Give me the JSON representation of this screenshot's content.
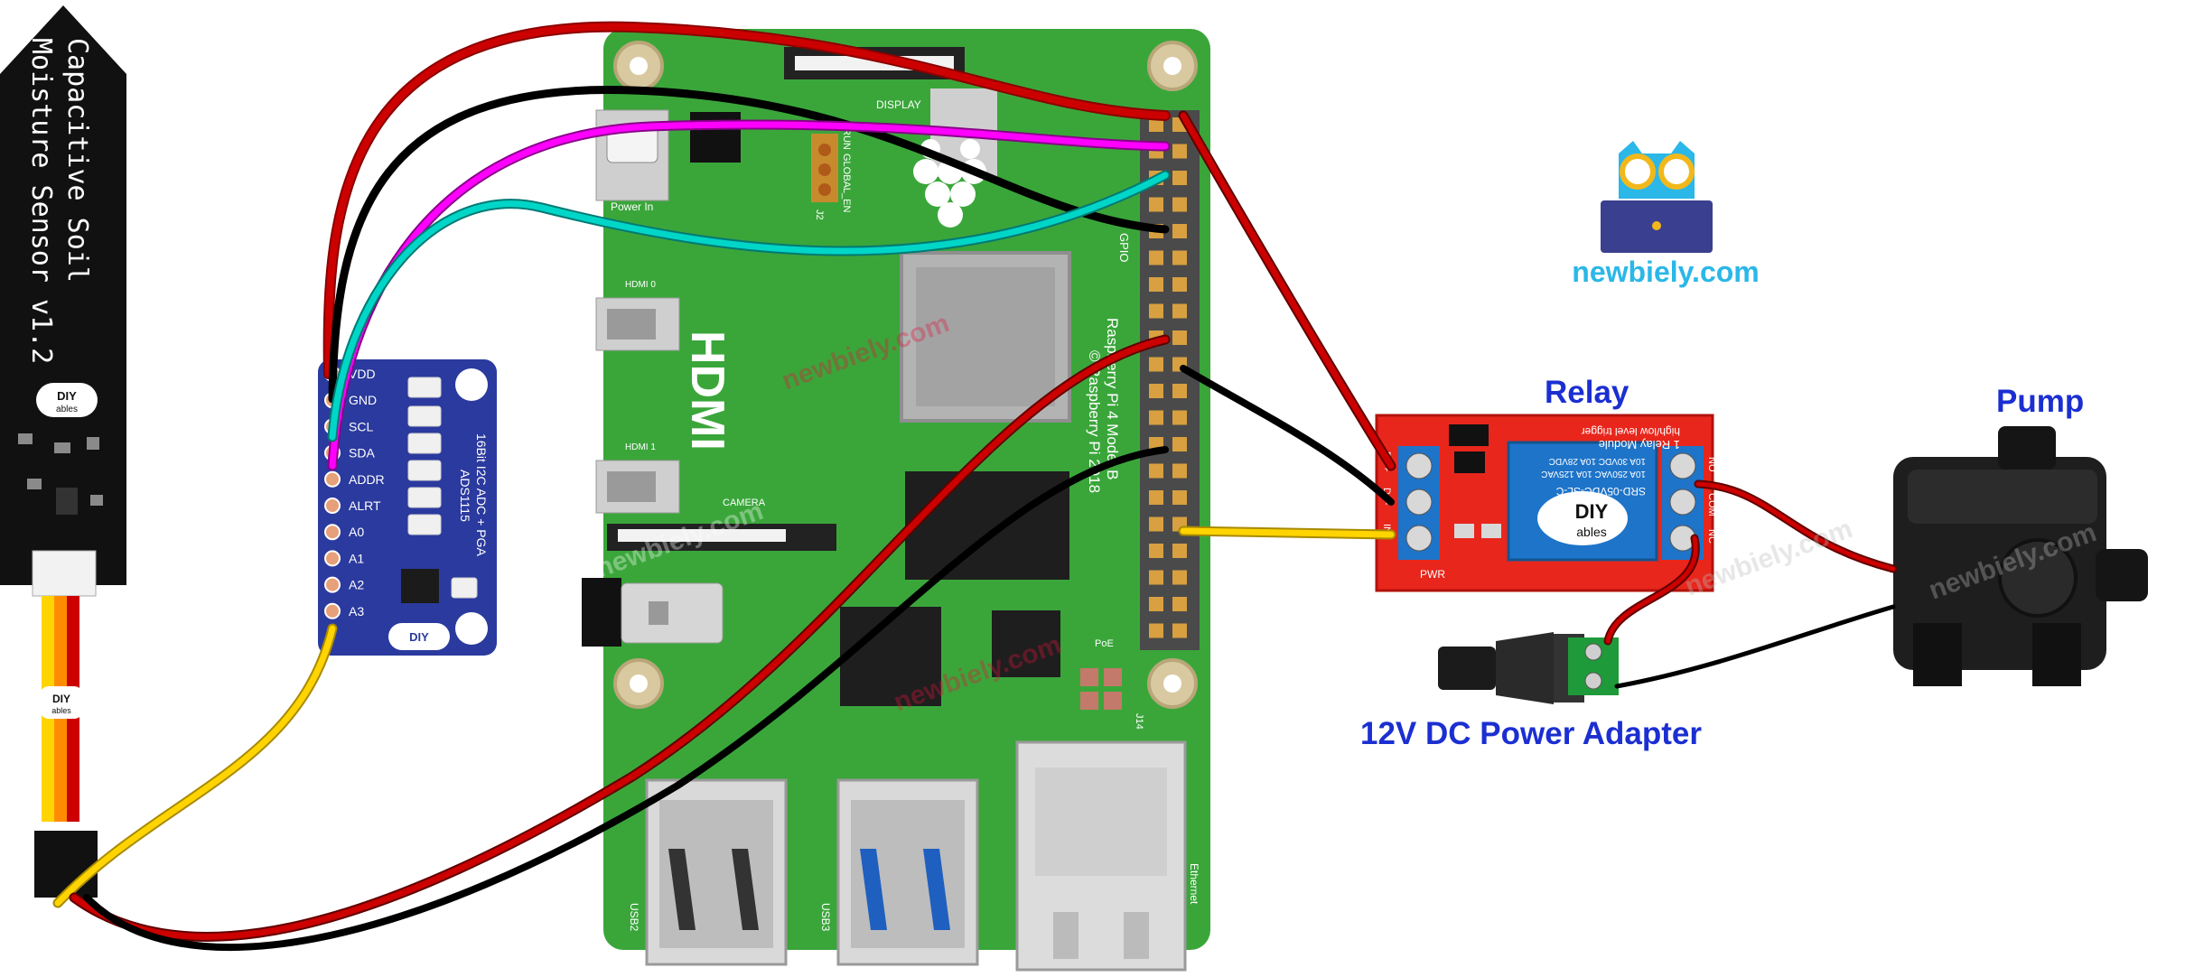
{
  "labels": {
    "relay": "Relay",
    "pump": "Pump",
    "power_adapter": "12V DC Power Adapter",
    "brand": "newbiely.com",
    "watermark": "newbiely.com"
  },
  "sensor": {
    "line1": "Capacitive Soil",
    "line2": "Moisture Sensor v1.2",
    "logo_top": "DIY",
    "logo_bottom": "ables"
  },
  "adc": {
    "title_line1": "16Bit I2C ADC + PGA",
    "title_line2": "ADS1115",
    "pins": [
      "VDD",
      "GND",
      "SCL",
      "SDA",
      "ADDR",
      "ALRT",
      "A0",
      "A1",
      "A2",
      "A3"
    ],
    "logo": "DIY"
  },
  "pi": {
    "model_line1": "Raspberry Pi 4 Model B",
    "model_line2": "© Raspberry Pi 2018",
    "hdmi": "HDMI",
    "hdmi0": "HDMI 0",
    "hdmi1": "HDMI 1",
    "power_in": "Power In",
    "display": "DISPLAY",
    "camera": "CAMERA",
    "gpio": "GPIO",
    "global_en": "GLOBAL_EN",
    "run": "RUN",
    "j2": "J2",
    "poe": "PoE",
    "j14": "J14",
    "usb2": "USB2",
    "usb3": "USB3",
    "ethernet": "Ethernet"
  },
  "relay_module": {
    "title": "1 Relay Module",
    "subtitle": "high/low level trigger",
    "spec1": "SRD-05VDC-SL-C",
    "spec2": "10A 250VAC 10A 125VAC",
    "spec3": "10A 30VDC 10A 28VDC",
    "pwr": "PWR",
    "logo_top": "DIY",
    "logo_bottom": "ables",
    "pins_left": [
      "DC+",
      "DC-",
      "IN"
    ],
    "pins_right": [
      "NO",
      "COM",
      "NC"
    ]
  },
  "colors": {
    "pi_green": "#3aa63a",
    "wire_red": "#cc0000",
    "wire_black": "#1a1a1a",
    "wire_magenta": "#ff00ff",
    "wire_cyan": "#00d6c8",
    "wire_yellow": "#ffd400",
    "label_blue": "#1b2fd1",
    "relay_red": "#e8261c",
    "adc_blue": "#2b3a9e"
  }
}
